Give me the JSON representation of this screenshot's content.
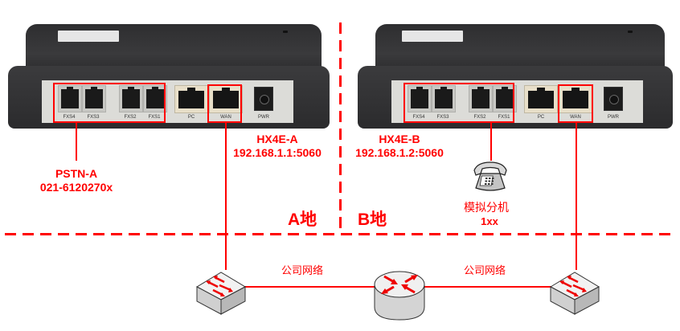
{
  "colors": {
    "accent": "#ff0000",
    "device_body": "#2e2e30",
    "panel": "#dcdcd8"
  },
  "devices": [
    {
      "id": "A",
      "name": "HX4E-A",
      "address": "192.168.1.1:5060",
      "ports": {
        "fxs": [
          "FXS4",
          "FXS3",
          "FXS2",
          "FXS1"
        ],
        "pc": "PC",
        "wan": "WAN",
        "pwr": "PWR"
      }
    },
    {
      "id": "B",
      "name": "HX4E-B",
      "address": "192.168.1.2:5060",
      "ports": {
        "fxs": [
          "FXS4",
          "FXS3",
          "FXS2",
          "FXS1"
        ],
        "pc": "PC",
        "wan": "WAN",
        "pwr": "PWR"
      }
    }
  ],
  "pstn": {
    "name": "PSTN-A",
    "number": "021-6120270x"
  },
  "extension": {
    "label": "模拟分机",
    "number": "1xx"
  },
  "zones": {
    "a": "A地",
    "b": "B地"
  },
  "network": {
    "left_link_label": "公司网络",
    "right_link_label": "公司网络"
  },
  "icons": [
    "switch-icon",
    "router-icon",
    "switch-icon",
    "telephone-icon"
  ]
}
